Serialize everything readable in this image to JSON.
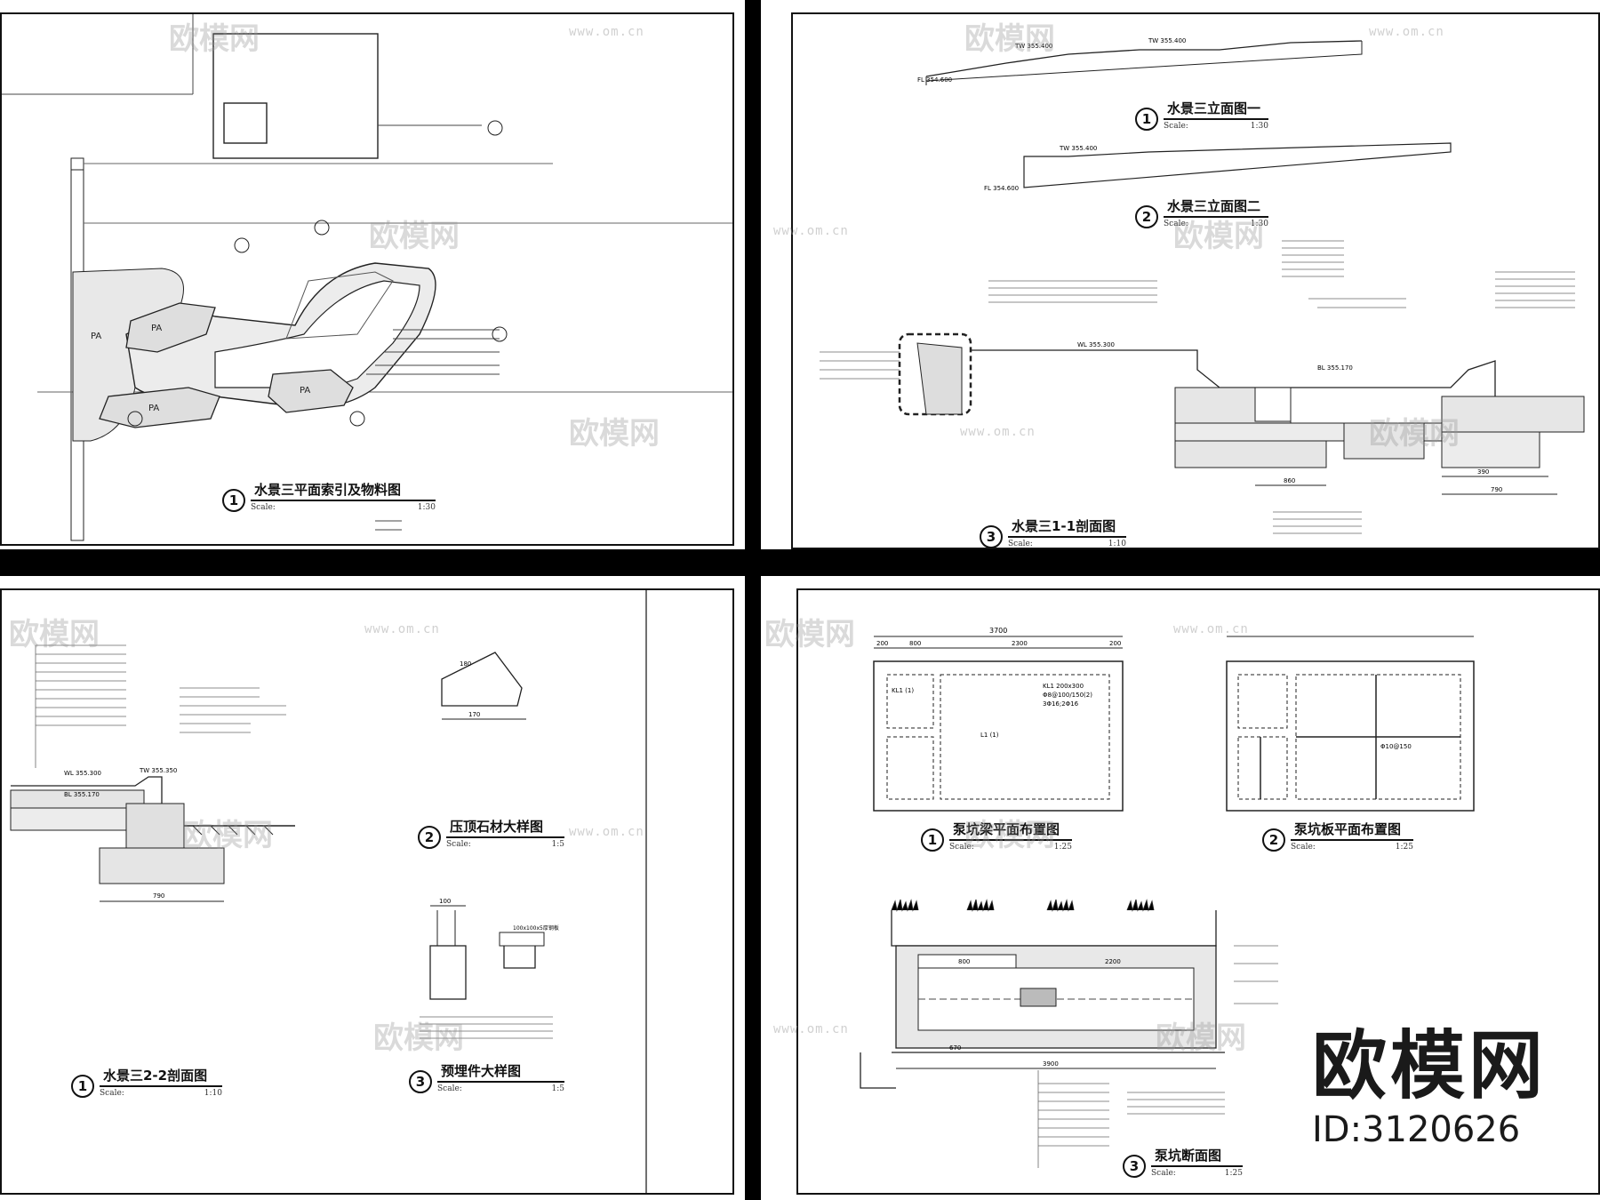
{
  "panels": {
    "top_left": {
      "title": "水景三平面索引及物料图",
      "number": "1",
      "scale_label": "Scale:",
      "scale_value": "1:30",
      "labels": [
        "PA",
        "PA",
        "PA",
        "PA"
      ]
    },
    "top_right": {
      "views": [
        {
          "number": "1",
          "title": "水景三立面图一",
          "scale_label": "Scale:",
          "scale_value": "1:30"
        },
        {
          "number": "2",
          "title": "水景三立面图二",
          "scale_label": "Scale:",
          "scale_value": "1:30"
        },
        {
          "number": "3",
          "title": "水景三1-1剖面图",
          "scale_label": "Scale:",
          "scale_value": "1:10"
        }
      ],
      "dims": [
        "TW 355.400",
        "WL 355.300",
        "BL 355.170",
        "FL 354.600",
        "860",
        "390",
        "790"
      ]
    },
    "bottom_left": {
      "views": [
        {
          "number": "1",
          "title": "水景三2-2剖面图",
          "scale_label": "Scale:",
          "scale_value": "1:10"
        },
        {
          "number": "2",
          "title": "压顶石材大样图",
          "scale_label": "Scale:",
          "scale_value": "1:5"
        },
        {
          "number": "3",
          "title": "预埋件大样图",
          "scale_label": "Scale:",
          "scale_value": "1:5"
        }
      ],
      "dims": [
        "WL 355.300",
        "BL 355.170",
        "TW 355.350",
        "790",
        "170",
        "180",
        "100",
        "100x100x5厚钢板"
      ]
    },
    "bottom_right": {
      "views": [
        {
          "number": "1",
          "title": "泵坑梁平面布置图",
          "scale_label": "Scale:",
          "scale_value": "1:25"
        },
        {
          "number": "2",
          "title": "泵坑板平面布置图",
          "scale_label": "Scale:",
          "scale_value": "1:25"
        },
        {
          "number": "3",
          "title": "泵坑断面图",
          "scale_label": "Scale:",
          "scale_value": "1:25"
        }
      ],
      "dims": [
        "3700",
        "200",
        "800",
        "2300",
        "200",
        "KL1 (1)",
        "L1 (1)",
        "KL1 200x300",
        "Φ8@100/150(2)",
        "3Φ16;2Φ16",
        "Φ10@150",
        "3900",
        "800",
        "2200",
        "670"
      ]
    }
  },
  "watermark": {
    "logo_text": "欧模网",
    "url_text": "www.om.cn"
  },
  "brand": {
    "name": "欧模网",
    "id": "ID:3120626"
  }
}
